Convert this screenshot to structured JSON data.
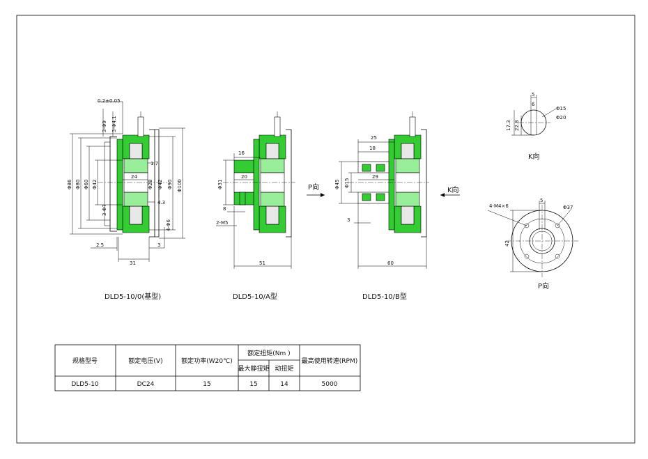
{
  "views": {
    "base": {
      "caption": "DLD5-10/0(基型)",
      "dims": {
        "tol": "0.2±0.05",
        "holes_top_a": "3-Φ9",
        "holes_top_b": "3-Φ4.1",
        "d86": "Φ86",
        "d80": "Φ80",
        "d60": "Φ60",
        "d42": "Φ42",
        "holes_bot": "3-Φ7",
        "d28": "Φ28",
        "d42b": "Φ42",
        "d90": "Φ90",
        "d100": "Φ100",
        "w17": "1.7",
        "w24": "24",
        "w43": "4.3",
        "holes_side": "4-Φ6",
        "w25": "2.5",
        "w3": "3",
        "w31": "31"
      }
    },
    "type_a": {
      "caption": "DLD5-10/A型",
      "dims": {
        "w16": "16",
        "d31": "Φ31",
        "w20": "20",
        "w8": "8",
        "thread": "2-M5",
        "w51": "51"
      }
    },
    "type_b": {
      "caption": "DLD5-10/B型",
      "dims": {
        "w25": "25",
        "w18": "18",
        "d45": "Φ45",
        "d15": "Φ15",
        "w29": "29",
        "w3": "3",
        "w60": "60"
      }
    },
    "arrow_p": "P向",
    "arrow_k": "K向",
    "k_view": {
      "caption": "K向",
      "dims": {
        "w5": "5",
        "w6": "6",
        "h173": "17.3",
        "h228": "22.8",
        "d15": "Φ15",
        "d20": "Φ20"
      }
    },
    "p_view": {
      "caption": "P向",
      "dims": {
        "threads": "4-M4×6",
        "w5": "5",
        "d37": "Φ37",
        "h42": "42"
      }
    }
  },
  "spec_table": {
    "headers": {
      "model": "规格型号",
      "voltage": "额定电压(V)",
      "power": "额定功率(W20℃)",
      "torque": "额定扭矩(Nm )",
      "max_static": "最大静扭矩",
      "dynamic": "动扭矩",
      "speed": "最高使用转速(RPM)"
    },
    "row": {
      "model": "DLD5-10",
      "voltage": "DC24",
      "power": "15",
      "max_static": "15",
      "dynamic": "14",
      "speed": "5000"
    }
  }
}
